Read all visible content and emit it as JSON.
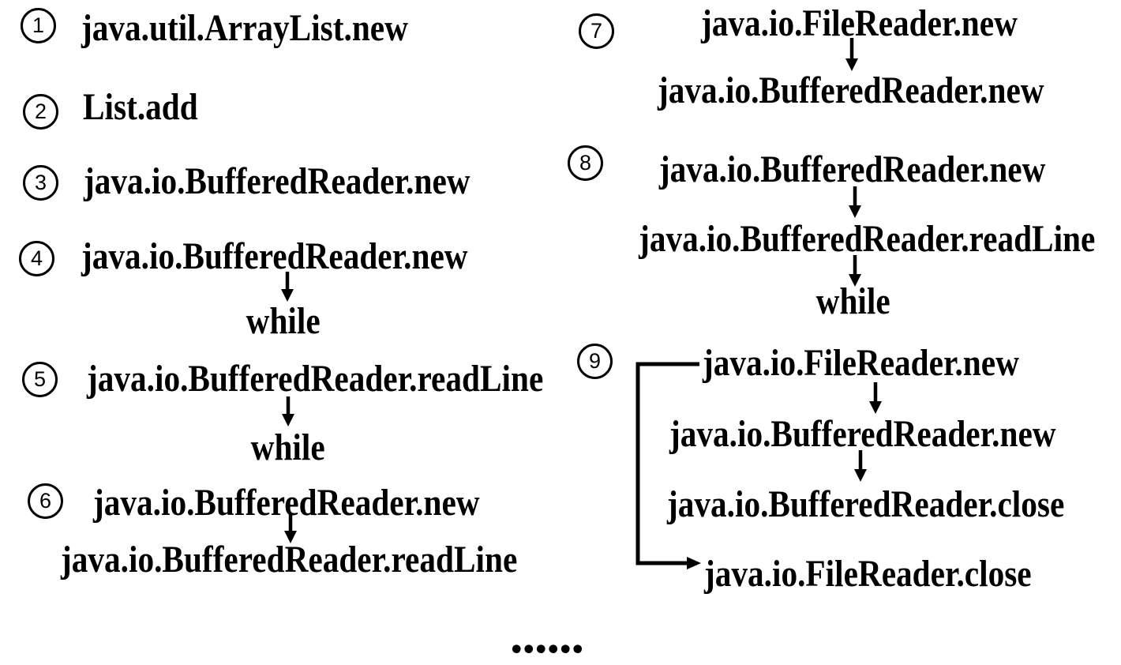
{
  "colors": {
    "text": "#000000",
    "background": "#ffffff"
  },
  "ellipsis": "......",
  "items": [
    {
      "number": "1",
      "nodes": [
        "java.util.ArrayList.new"
      ]
    },
    {
      "number": "2",
      "nodes": [
        "List.add"
      ]
    },
    {
      "number": "3",
      "nodes": [
        "java.io.BufferedReader.new"
      ]
    },
    {
      "number": "4",
      "nodes": [
        "java.io.BufferedReader.new",
        "while"
      ]
    },
    {
      "number": "5",
      "nodes": [
        "java.io.BufferedReader.readLine",
        "while"
      ]
    },
    {
      "number": "6",
      "nodes": [
        "java.io.BufferedReader.new",
        "java.io.BufferedReader.readLine"
      ]
    },
    {
      "number": "7",
      "nodes": [
        "java.io.FileReader.new",
        "java.io.BufferedReader.new"
      ]
    },
    {
      "number": "8",
      "nodes": [
        "java.io.BufferedReader.new",
        "java.io.BufferedReader.readLine",
        "while"
      ]
    },
    {
      "number": "9",
      "nodes": [
        "java.io.FileReader.new",
        "java.io.BufferedReader.new",
        "java.io.BufferedReader.close",
        "java.io.FileReader.close"
      ],
      "loop_back_from": "java.io.FileReader.new",
      "loop_back_to": "java.io.FileReader.close"
    }
  ]
}
